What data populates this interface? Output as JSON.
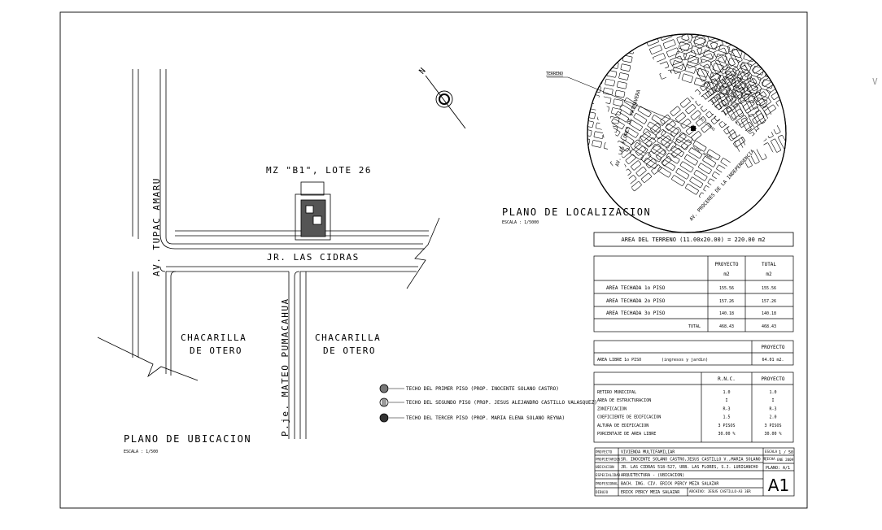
{
  "ubicacion": {
    "title": "PLANO DE UBICACION",
    "scale": "ESCALA :  1/500",
    "lot_label": "MZ \"B1\", LOTE 26",
    "street_av_tupac": "AV.  TUPAC  AMARU",
    "street_jr": "JR.  LAS  CIDRAS",
    "street_pje": "P.je.  MATEO  PUMACAHUA",
    "zone_left_1": "CHACARILLA",
    "zone_left_2": "DE  OTERO",
    "zone_right_1": "CHACARILLA",
    "zone_right_2": "DE  OTERO",
    "north": "N"
  },
  "legend": [
    "TECHO DEL PRIMER PISO (PROP. INOCENTE SOLANO CASTRO)",
    "TECHO DEL SEGUNDO PISO (PROP. JESUS ALEJANDRO CASTILLO VALASQUEZ)",
    "TECHO DEL TERCER PISO (PROP. MARIA ELENA SOLANO REYNA)"
  ],
  "localizacion": {
    "title": "PLANO DE LOCALIZACION",
    "scale": "ESCALA : 1/5000",
    "terreno": "TERRENO",
    "street_av_flores": "AV. LAS FLORES DE PRIMAVERA",
    "street_av_proceres": "AV. PROCERES DE LA INDEPENDENCIA",
    "street_tupac": "TUPAC AMARU",
    "street_cidras": "LAS CIDRAS"
  },
  "area_terreno": "AREA DEL TERRENO (11.00x20.00) = 220.00 m2",
  "areas_table": {
    "col_proyecto": "PROYECTO",
    "col_total": "TOTAL",
    "unit": "m2",
    "rows": [
      {
        "label": "AREA  TECHADA  1o  PISO",
        "proyecto": "155.56",
        "total": "155.56"
      },
      {
        "label": "AREA  TECHADA  2o  PISO",
        "proyecto": "157.26",
        "total": "157.26"
      },
      {
        "label": "AREA  TECHADA  3o  PISO",
        "proyecto": "140.18",
        "total": "140.18"
      }
    ],
    "total_label": "TOTAL",
    "total_proyecto": "468.43",
    "total_total": "468.43"
  },
  "libre_table": {
    "col_proyecto": "PROYECTO",
    "label": "AREA LIBRE 1o PISO",
    "note": "(ingresos y jardin)",
    "value": "64.01 m2."
  },
  "param_table": {
    "col_rnc": "R.N.C.",
    "col_proyecto": "PROYECTO",
    "rows": [
      {
        "label": "RETIRO MUNICIPAL",
        "rnc": "1.0",
        "proyecto": "1.0"
      },
      {
        "label": "AREA DE ESTRUCTURACION",
        "rnc": "I",
        "proyecto": "I"
      },
      {
        "label": "ZONIFICACION",
        "rnc": "R-3",
        "proyecto": "R-3"
      },
      {
        "label": "COEFICIENTE DE EDIFICACION",
        "rnc": "1.5",
        "proyecto": "2.0"
      },
      {
        "label": "ALTURA DE EDIFICACION",
        "rnc": "3 PISOS",
        "proyecto": "3 PISOS"
      },
      {
        "label": "PORCENTAJE DE AREA LIBRE",
        "rnc": "30.00 %",
        "proyecto": "30.00 %"
      }
    ]
  },
  "title_block": {
    "rows": [
      {
        "key": "PROYECTO",
        "value": "VIVIENDA MULTIFAMILIAR"
      },
      {
        "key": "PROPIETARIOS",
        "value": "SR. INOCENTE SOLANO CASTRO,JESUS CASTILLO V.,MARIA SOLANO R."
      },
      {
        "key": "UBICACION",
        "value": "JR. LAS CIDRAS 518-527, URB. LAS FLORES, S.J. LURIGANCHO"
      },
      {
        "key": "ESPECIALIDAD",
        "value": "ARQUITECTURA  -  (UBICACION)"
      },
      {
        "key": "PROFESIONAL",
        "value": "BACH. ING. CIV.  ERICK PERCY MEZA SALAZAR"
      },
      {
        "key": "DIBUJO",
        "value": "ERICK PERCY MEZA SALAZAR"
      }
    ],
    "archivo": "ARCHIVO: JESUS CASTILLO-A3 3ER",
    "escala_key": "ESCALA",
    "escala": "1 / 50",
    "fecha_key": "FECHA",
    "fecha": "ENE 2009",
    "plano_key": "PLANO:",
    "plano_no": "A/1",
    "sheet": "A1"
  },
  "stray": "V"
}
